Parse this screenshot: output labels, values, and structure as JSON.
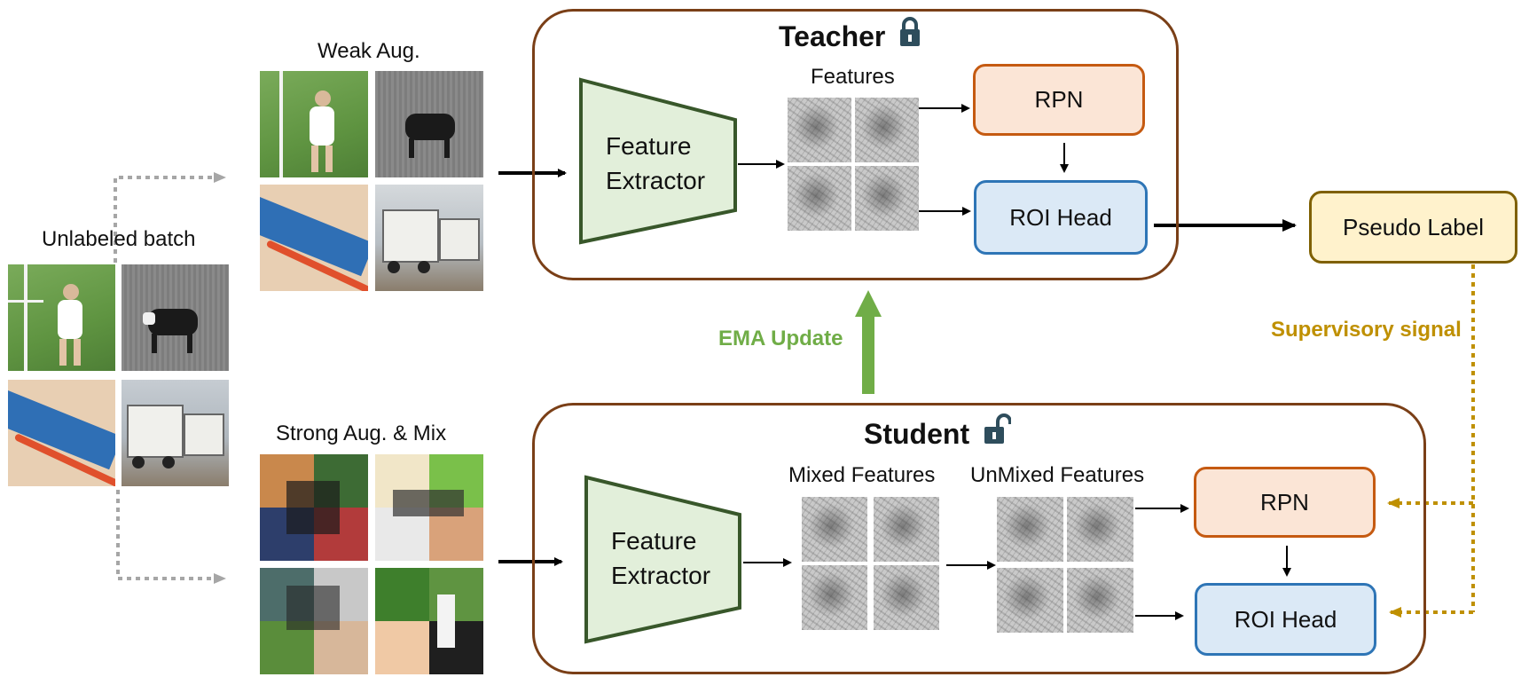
{
  "labels": {
    "unlabeled_batch": "Unlabeled batch",
    "weak_aug": "Weak Aug.",
    "strong_aug": "Strong Aug. & Mix",
    "teacher": "Teacher",
    "student": "Student",
    "features": "Features",
    "mixed_features": "Mixed Features",
    "unmixed_features": "UnMixed Features",
    "ema_update": "EMA Update",
    "supervisory_signal": "Supervisory signal"
  },
  "teacher": {
    "feature_extractor_line1": "Feature",
    "feature_extractor_line2": "Extractor",
    "rpn": "RPN",
    "roi_head": "ROI Head"
  },
  "student": {
    "feature_extractor_line1": "Feature",
    "feature_extractor_line2": "Extractor",
    "rpn": "RPN",
    "roi_head": "ROI Head"
  },
  "pseudo_label": "Pseudo Label",
  "icons": {
    "teacher_lock": "locked-padlock-icon",
    "student_lock": "unlocked-padlock-icon"
  },
  "colors": {
    "frame": "#7a3f17",
    "extractor_fill": "#e2efda",
    "extractor_stroke": "#38572a",
    "rpn_fill": "#fbe5d6",
    "rpn_stroke": "#c55a11",
    "roi_fill": "#dbe9f6",
    "roi_stroke": "#2e75b6",
    "pseudo_fill": "#fff2cc",
    "pseudo_stroke": "#7f6000",
    "ema": "#70ad47",
    "supervision": "#bf9000",
    "lock": "#2e4d5c"
  }
}
